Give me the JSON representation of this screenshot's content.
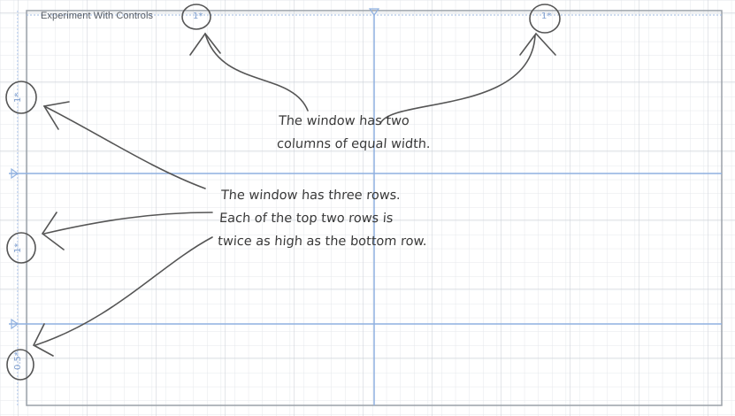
{
  "window": {
    "title": "Experiment With Controls"
  },
  "grid": {
    "columns": [
      {
        "width": "1*"
      },
      {
        "width": "1*"
      }
    ],
    "rows": [
      {
        "height": "1*"
      },
      {
        "height": "1*"
      },
      {
        "height": "0.5*"
      }
    ]
  },
  "annotations": {
    "columns_note": [
      "The window has two",
      "columns of equal width."
    ],
    "rows_note": [
      "The window has three rows.",
      "Each of the top two rows is",
      "twice as high as the bottom row."
    ]
  },
  "colors": {
    "grid_line": "#8fb0e0",
    "paper_grid": "#dfe3e8",
    "ink": "#555555"
  }
}
